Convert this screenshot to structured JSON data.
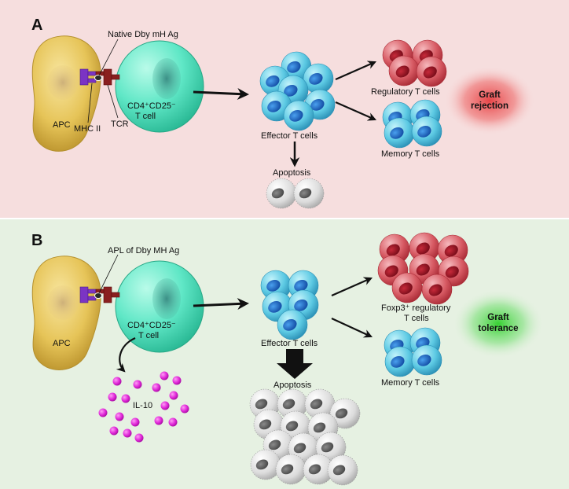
{
  "panels": {
    "a": {
      "letter": "A",
      "apc": "APC",
      "antigen": "Native Dby mH Ag",
      "mhc": "MHC II",
      "tcr": "TCR",
      "tcell_line1": "CD4⁺CD25⁻",
      "tcell_line2": "T cell",
      "effector": "Effector T cells",
      "regulatory": "Regulatory T cells",
      "memory": "Memory T cells",
      "apoptosis": "Apoptosis",
      "outcome_line1": "Graft",
      "outcome_line2": "rejection"
    },
    "b": {
      "letter": "B",
      "apc": "APC",
      "antigen": "APL of Dby MH Ag",
      "tcell_line1": "CD4⁺CD25⁻",
      "tcell_line2": "T cell",
      "il10": "IL-10",
      "effector": "Effector T cells",
      "regulatory_line1": "Foxp3⁺ regulatory",
      "regulatory_line2": "T cells",
      "memory": "Memory T cells",
      "apoptosis": "Apoptosis",
      "outcome_line1": "Graft",
      "outcome_line2": "tolerance"
    }
  },
  "colors": {
    "panel_a_bg": "#f6dede",
    "panel_b_bg": "#e6f1e2",
    "apc": "#e3c150",
    "tcell": "#56e6c4",
    "effector": "#55c7e2",
    "nucleus": "#1f6fc2",
    "regulatory": "#d2525c",
    "apoptotic": "#d6d6d6",
    "il10": "#d51fd0",
    "mhc": "#7b34c4",
    "tcr": "#8a1f1f",
    "rejection_glow": "#e8474a",
    "tolerance_glow": "#3ed23a"
  }
}
